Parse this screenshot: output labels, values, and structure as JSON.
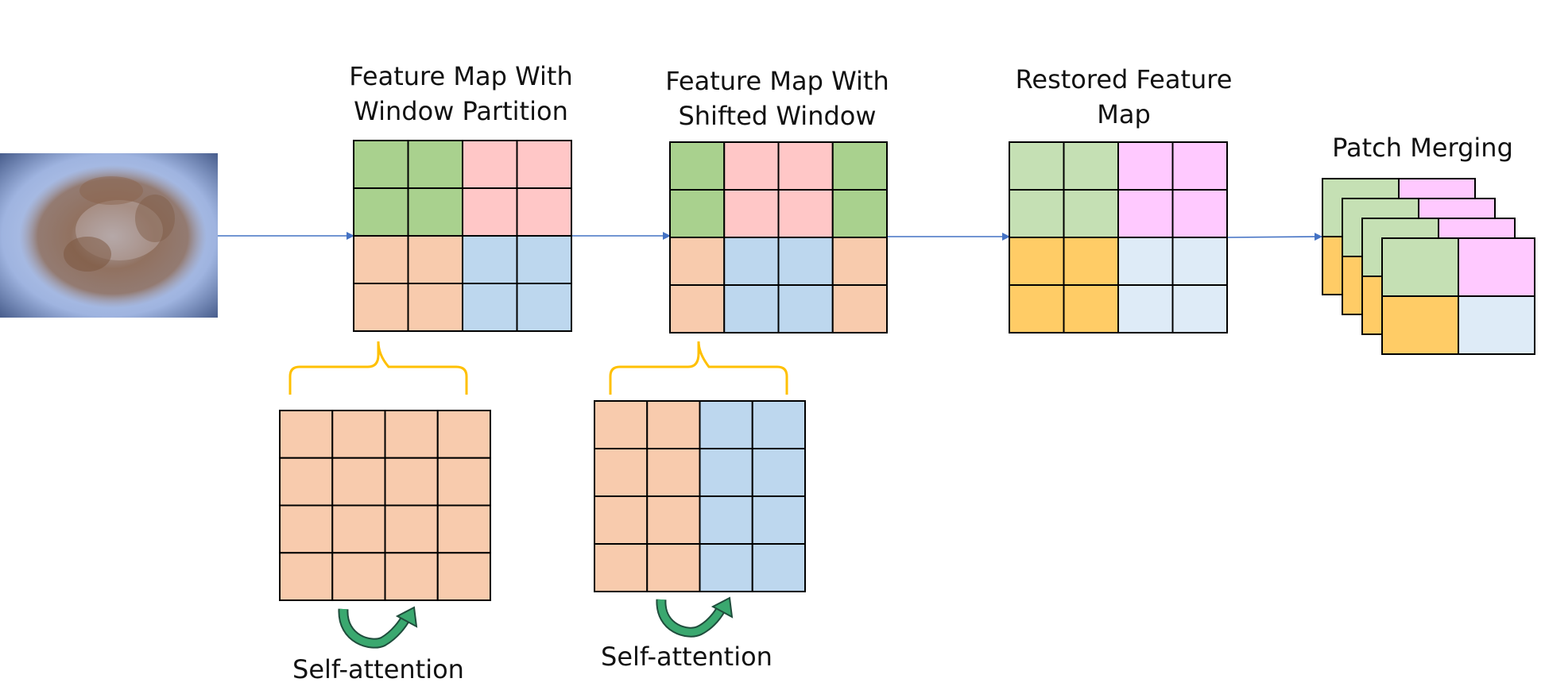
{
  "labels": {
    "window_partition": [
      "Feature Map With",
      "Window Partition"
    ],
    "shifted_window": [
      "Feature Map With",
      "Shifted Window"
    ],
    "restored": [
      "Restored Feature",
      "Map"
    ],
    "patch_merging": "Patch Merging",
    "self_attention_1": "Self-attention",
    "self_attention_2": "Self-attention"
  },
  "input_image": {
    "subject": "dermoscopic skin lesion photo"
  },
  "colors": {
    "green": "#a9d18e",
    "pink": "#ffc7c7",
    "peach": "#f8cbad",
    "blue": "#bdd7ee",
    "light_green": "#c5e0b4",
    "magenta_light": "#ffc9ff",
    "orange": "#ffcc66",
    "pale_blue": "#deebf7",
    "arrow": "#4472c4",
    "brace": "#ffc000",
    "curve_arrow": "#2e8b57",
    "grid_line": "#000000"
  },
  "grids": {
    "window_partition": [
      [
        "green",
        "green",
        "pink",
        "pink"
      ],
      [
        "green",
        "green",
        "pink",
        "pink"
      ],
      [
        "peach",
        "peach",
        "blue",
        "blue"
      ],
      [
        "peach",
        "peach",
        "blue",
        "blue"
      ]
    ],
    "shifted_window": [
      [
        "green",
        "pink",
        "pink",
        "green"
      ],
      [
        "green",
        "pink",
        "pink",
        "green"
      ],
      [
        "peach",
        "blue",
        "blue",
        "peach"
      ],
      [
        "peach",
        "blue",
        "blue",
        "peach"
      ]
    ],
    "restored": [
      [
        "light_green",
        "light_green",
        "magenta_light",
        "magenta_light"
      ],
      [
        "light_green",
        "light_green",
        "magenta_light",
        "magenta_light"
      ],
      [
        "orange",
        "orange",
        "pale_blue",
        "pale_blue"
      ],
      [
        "orange",
        "orange",
        "pale_blue",
        "pale_blue"
      ]
    ],
    "attention_1": [
      [
        "peach",
        "peach",
        "peach",
        "peach"
      ],
      [
        "peach",
        "peach",
        "peach",
        "peach"
      ],
      [
        "peach",
        "peach",
        "peach",
        "peach"
      ],
      [
        "peach",
        "peach",
        "peach",
        "peach"
      ]
    ],
    "attention_2": [
      [
        "peach",
        "peach",
        "blue",
        "blue"
      ],
      [
        "peach",
        "peach",
        "blue",
        "blue"
      ],
      [
        "peach",
        "peach",
        "blue",
        "blue"
      ],
      [
        "peach",
        "peach",
        "blue",
        "blue"
      ]
    ],
    "merged_stack_count": 4,
    "merged": [
      [
        "light_green",
        "magenta_light"
      ],
      [
        "orange",
        "pale_blue"
      ]
    ]
  }
}
